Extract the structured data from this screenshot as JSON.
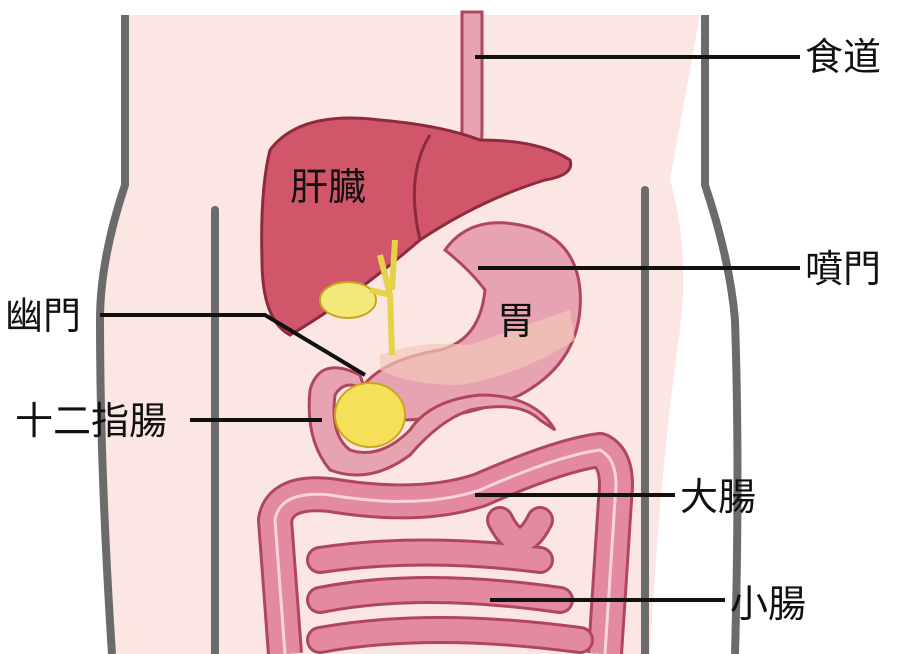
{
  "labels": {
    "esophagus": "食道",
    "liver": "肝臓",
    "cardia": "噴門",
    "stomach": "胃",
    "pylorus": "幽門",
    "duodenum": "十二指腸",
    "large_intestine": "大腸",
    "small_intestine": "小腸"
  },
  "colors": {
    "skin": "#fbe6e4",
    "outline": "#6b6b6b",
    "liver": "#d2566a",
    "stomach": "#e8a3b3",
    "intestine": "#e48aa0",
    "gallbladder": "#f3e97a",
    "pancreas": "#f6e05a"
  }
}
